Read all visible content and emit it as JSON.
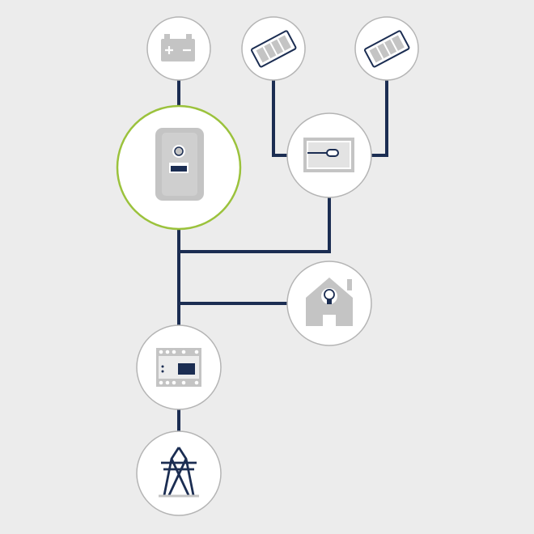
{
  "colors": {
    "background": "#ececec",
    "line": "#1b2d52",
    "node_fill": "#ffffff",
    "node_border": "#b4b4b4",
    "highlight_border": "#9bc23c",
    "icon_gray": "#c4c4c4",
    "icon_dark": "#1b2d52"
  },
  "nodes": [
    {
      "id": "battery",
      "icon": "battery-icon",
      "highlighted": false
    },
    {
      "id": "pv-module-left",
      "icon": "solar-panel-icon",
      "highlighted": false
    },
    {
      "id": "pv-module-right",
      "icon": "solar-panel-icon",
      "highlighted": false
    },
    {
      "id": "inverter",
      "icon": "inverter-icon",
      "highlighted": true
    },
    {
      "id": "pv-inverter",
      "icon": "pv-inverter-icon",
      "highlighted": false
    },
    {
      "id": "home",
      "icon": "house-lightbulb-icon",
      "highlighted": false
    },
    {
      "id": "energy-meter",
      "icon": "energy-meter-icon",
      "highlighted": false
    },
    {
      "id": "grid",
      "icon": "power-pylon-icon",
      "highlighted": false
    }
  ]
}
